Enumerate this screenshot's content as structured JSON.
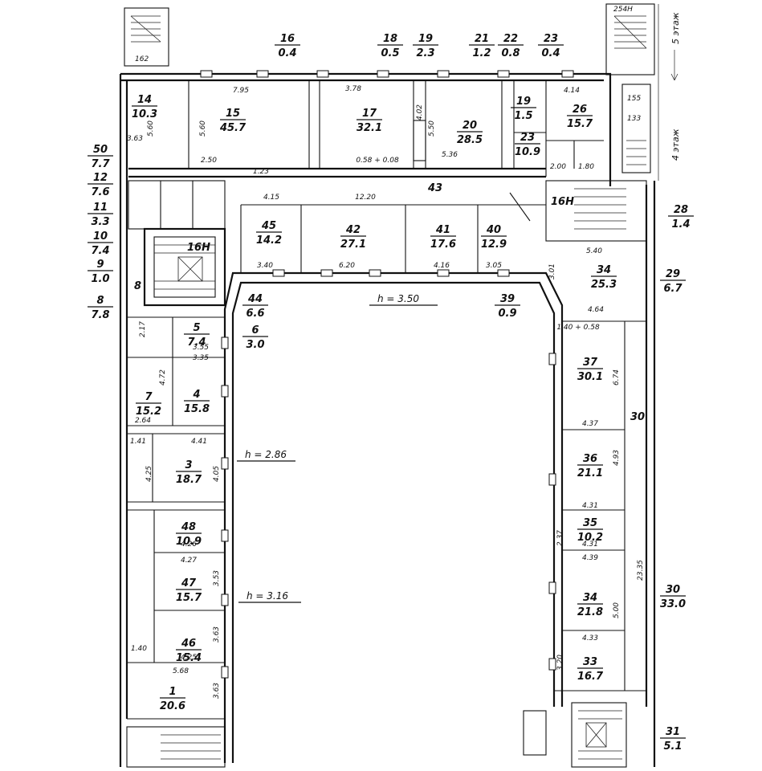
{
  "plan": {
    "floor_labels": {
      "upper": "5 этаж",
      "lower": "4 этаж"
    },
    "stair_codes": {
      "a": "254Н",
      "b": "162",
      "c": "155",
      "d": "133"
    },
    "rooms": [
      {
        "id": "14",
        "n": "14",
        "a": "10.3"
      },
      {
        "id": "15",
        "n": "15",
        "a": "45.7"
      },
      {
        "id": "17",
        "n": "17",
        "a": "32.1"
      },
      {
        "id": "20",
        "n": "20",
        "a": "28.5"
      },
      {
        "id": "19",
        "n": "19",
        "a": "1.5"
      },
      {
        "id": "23",
        "n": "23",
        "a": "10.9"
      },
      {
        "id": "26",
        "n": "26",
        "a": "15.7"
      },
      {
        "id": "45",
        "n": "45",
        "a": "14.2"
      },
      {
        "id": "42",
        "n": "42",
        "a": "27.1"
      },
      {
        "id": "41",
        "n": "41",
        "a": "17.6"
      },
      {
        "id": "40",
        "n": "40",
        "a": "12.9"
      },
      {
        "id": "34",
        "n": "34",
        "a": "25.3"
      },
      {
        "id": "5",
        "n": "5",
        "a": "7.4"
      },
      {
        "id": "7",
        "n": "7",
        "a": "15.2"
      },
      {
        "id": "4",
        "n": "4",
        "a": "15.8"
      },
      {
        "id": "3",
        "n": "3",
        "a": "18.7"
      },
      {
        "id": "48",
        "n": "48",
        "a": "10.9"
      },
      {
        "id": "47",
        "n": "47",
        "a": "15.7"
      },
      {
        "id": "46",
        "n": "46",
        "a": "15.4"
      },
      {
        "id": "1",
        "n": "1",
        "a": "20.6"
      },
      {
        "id": "37",
        "n": "37",
        "a": "30.1"
      },
      {
        "id": "36",
        "n": "36",
        "a": "21.1"
      },
      {
        "id": "35",
        "n": "35",
        "a": "10.2"
      },
      {
        "id": "34b",
        "n": "34",
        "a": "21.8"
      },
      {
        "id": "33",
        "n": "33",
        "a": "16.7"
      }
    ],
    "margin_labels": [
      {
        "id": "16",
        "n": "16",
        "a": "0.4"
      },
      {
        "id": "18",
        "n": "18",
        "a": "0.5"
      },
      {
        "id": "19b",
        "n": "19",
        "a": "2.3"
      },
      {
        "id": "21",
        "n": "21",
        "a": "1.2"
      },
      {
        "id": "22",
        "n": "22",
        "a": "0.8"
      },
      {
        "id": "23b",
        "n": "23",
        "a": "0.4"
      },
      {
        "id": "50",
        "n": "50",
        "a": "7.7"
      },
      {
        "id": "12",
        "n": "12",
        "a": "7.6"
      },
      {
        "id": "11",
        "n": "11",
        "a": "3.3"
      },
      {
        "id": "10",
        "n": "10",
        "a": "7.4"
      },
      {
        "id": "9",
        "n": "9",
        "a": "1.0"
      },
      {
        "id": "8",
        "n": "8",
        "a": "7.8"
      },
      {
        "id": "28",
        "n": "28",
        "a": "1.4"
      },
      {
        "id": "29",
        "n": "29",
        "a": "6.7"
      },
      {
        "id": "44",
        "n": "44",
        "a": "6.6"
      },
      {
        "id": "6",
        "n": "6",
        "a": "3.0"
      },
      {
        "id": "39",
        "n": "39",
        "a": "0.9"
      },
      {
        "id": "30",
        "n": "30",
        "a": "33.0"
      },
      {
        "id": "31",
        "n": "31",
        "a": "5.1"
      }
    ],
    "heights": [
      "h = 3.50",
      "h = 2.86",
      "h = 3.16"
    ],
    "small_labels": [
      "16Н",
      "16Н",
      "8",
      "43",
      "30"
    ],
    "dims": [
      "7.95",
      "3.78",
      "4.14",
      "5.60",
      "5.60",
      "3.63",
      "2.50",
      "1.23",
      "4.15",
      "12.20",
      "5.50",
      "5.36",
      "4.02",
      "3.40",
      "6.20",
      "4.16",
      "3.05",
      "5.40",
      "4.64",
      "3.01",
      "2.17",
      "3.55",
      "3.35",
      "4.72",
      "2.64",
      "4.41",
      "1.41",
      "4.25",
      "4.05",
      "4.27",
      "4.26",
      "3.53",
      "3.63",
      "4.25",
      "5.68",
      "3.63",
      "1.40",
      "4.37",
      "6.74",
      "4.31",
      "4.93",
      "4.31",
      "4.39",
      "5.00",
      "4.33",
      "3.20",
      "23.35",
      "2.37",
      "2.00",
      "1.80",
      "0.58 + 0.08",
      "1.40 + 0.58"
    ]
  }
}
